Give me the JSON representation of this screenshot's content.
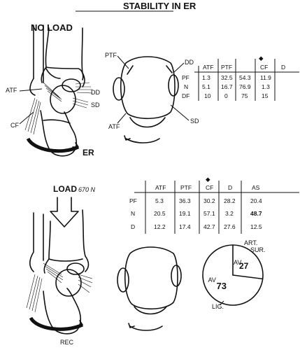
{
  "title": "STABILITY IN ER",
  "top": {
    "no_load": "NO LOAD",
    "er": "ER",
    "side_labels": {
      "dd": "DD",
      "atf": "ATF",
      "sd": "SD",
      "cf": "CF"
    },
    "top_view_labels": {
      "ptf": "PTF",
      "dd": "DD",
      "atf": "ATF",
      "sd": "SD"
    },
    "table": {
      "headers": [
        "ATF",
        "PTF",
        "◆",
        "CF",
        "D"
      ],
      "header_cols": [
        "ATF",
        "PTF",
        "CF",
        "D"
      ],
      "diamond": "◆",
      "rows": [
        {
          "label": "PF",
          "values": [
            "1.3",
            "32.5",
            "54.3",
            "11.9"
          ]
        },
        {
          "label": "N",
          "values": [
            "5.1",
            "16.7",
            "76.9",
            "1.3"
          ]
        },
        {
          "label": "DF",
          "values": [
            "10",
            "0",
            "75",
            "15"
          ]
        }
      ]
    }
  },
  "bottom": {
    "load_label": "LOAD",
    "load_value": "670 N",
    "table": {
      "header_cols": [
        "ATF",
        "PTF",
        "CF",
        "D",
        "AS"
      ],
      "diamond": "◆",
      "rows": [
        {
          "label": "PF",
          "values": [
            "5.3",
            "36.3",
            "30.2",
            "28.2",
            "20.4"
          ]
        },
        {
          "label": "N",
          "values": [
            "20.5",
            "19.1",
            "57.1",
            "3.2",
            "48.7"
          ]
        },
        {
          "label": "D",
          "values": [
            "12.2",
            "17.4",
            "42.7",
            "27.6",
            "12.5"
          ]
        }
      ]
    },
    "pie": {
      "slices": [
        {
          "label": "AV",
          "value": 27
        },
        {
          "label": "AV",
          "value": 73
        }
      ],
      "art_label": "ART.",
      "sur_label": "SUR.",
      "lig_label": "LIG."
    },
    "signature": "REC"
  }
}
